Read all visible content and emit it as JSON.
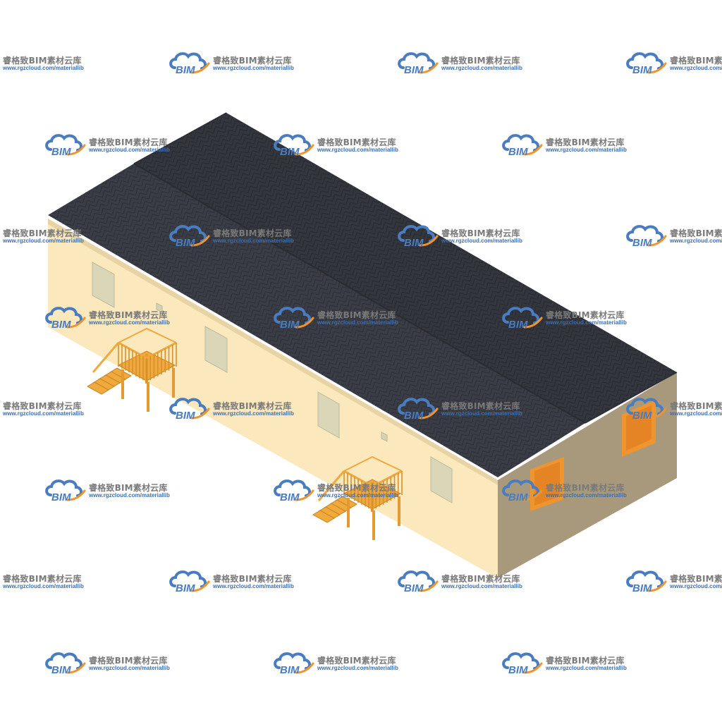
{
  "watermark": {
    "logo_text": "BIM",
    "title": "睿格致BIM素材云库",
    "url": "www.rgzcloud.com/materiallib",
    "cloud_color": "#4a7cc0",
    "swoosh_color": "#f0932b",
    "text_color": "#7a7a7a"
  },
  "building": {
    "roof_color": "#3a3d45",
    "wall_front_color": "#fbe8bd",
    "wall_side_color": "#a8997c",
    "stair_color": "#f0a93c",
    "door_color": "#f0942e",
    "window_color": "#dad6b8"
  }
}
